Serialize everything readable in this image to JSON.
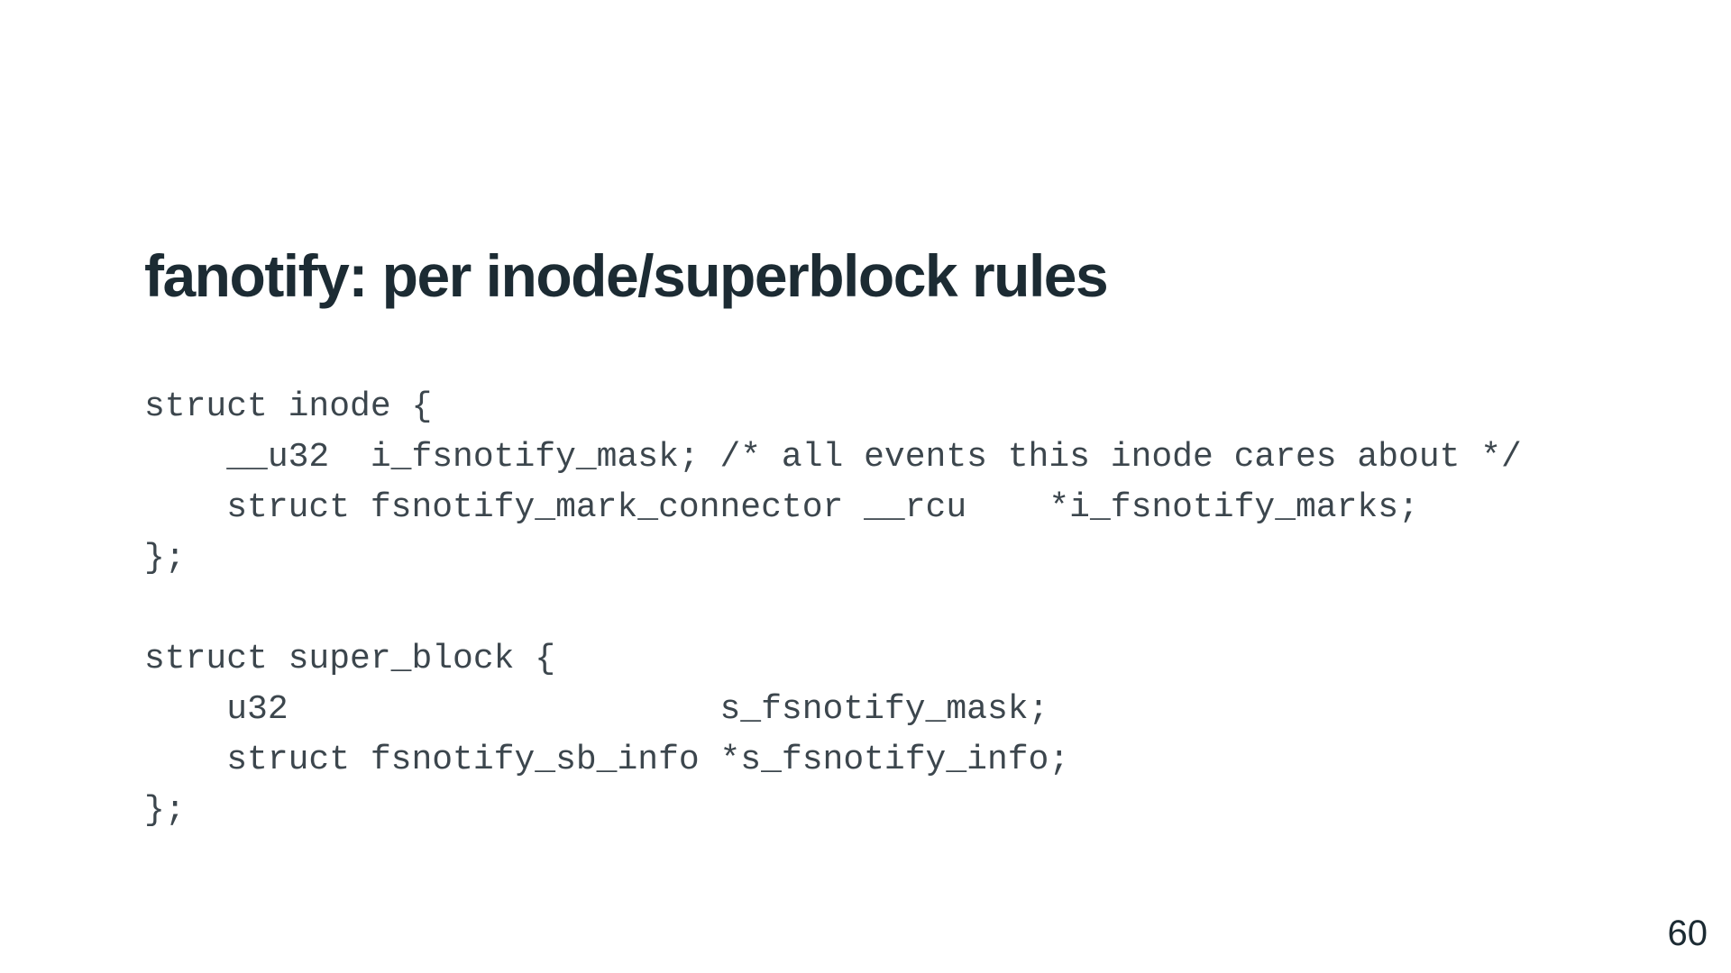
{
  "slide": {
    "title": "fanotify: per inode/superblock rules",
    "page_number": "60",
    "colors": {
      "background": "#ffffff",
      "title_text": "#1c2b33",
      "code_text": "#3c464d",
      "page_number_text": "#1c2b33"
    },
    "code": {
      "language": "c",
      "lines": [
        "struct inode {",
        "    __u32  i_fsnotify_mask; /* all events this inode cares about */",
        "    struct fsnotify_mark_connector __rcu    *i_fsnotify_marks;",
        "};",
        "",
        "struct super_block {",
        "    u32                     s_fsnotify_mask;",
        "    struct fsnotify_sb_info *s_fsnotify_info;",
        "};"
      ]
    }
  }
}
